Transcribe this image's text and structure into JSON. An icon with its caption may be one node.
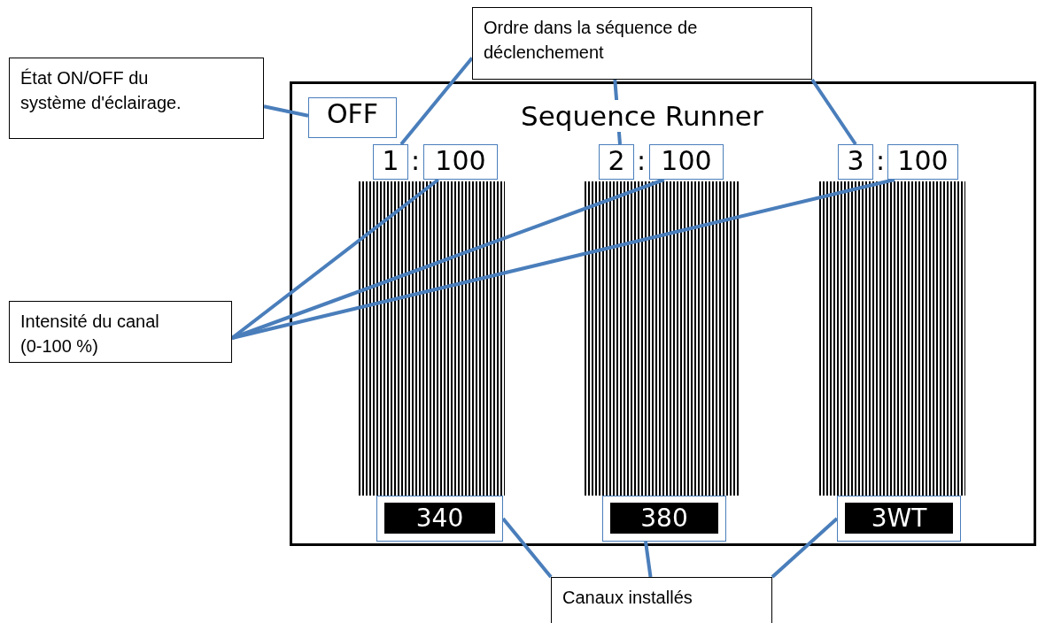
{
  "diagram": {
    "nodes": [
      {
        "text": [
          "Ordre dans la séquence de déclenchement"
        ]
      },
      {
        "text": [
          "État ON/OFF du système d'éclairage."
        ]
      },
      {
        "text": [
          "Sequence Runner"
        ]
      },
      {
        "text": [
          "OFF"
        ],
        "in": 2
      },
      {
        "text": [
          "1"
        ],
        "in": 2
      },
      {
        "text": [
          "100"
        ],
        "in": 2
      },
      {
        "text": [
          "2"
        ],
        "in": 2
      },
      {
        "text": [
          "100"
        ],
        "in": 2
      },
      {
        "text": [
          "3"
        ],
        "in": 2
      },
      {
        "text": [
          "100"
        ],
        "in": 2
      },
      {
        "text": [],
        "shape": "bar",
        "in": 2
      },
      {
        "text": [],
        "shape": "bar",
        "in": 2
      },
      {
        "text": [],
        "shape": "bar",
        "in": 2
      },
      {
        "text": [
          "340"
        ],
        "in": 2
      },
      {
        "text": [
          "380"
        ],
        "in": 2
      },
      {
        "text": [
          "3WT"
        ],
        "in": 2
      },
      {
        "text": [
          "Intensité du canal (0-100 %)"
        ]
      },
      {
        "text": [
          "Canaux installés"
        ]
      }
    ],
    "edges": [
      {
        "from": 1,
        "to": 3,
        "arrow": "none"
      },
      {
        "from": 0,
        "to": 4,
        "arrow": "none"
      },
      {
        "from": 0,
        "to": 6,
        "arrow": "none"
      },
      {
        "from": 0,
        "to": 8,
        "arrow": "none"
      },
      {
        "from": 16,
        "to": 5,
        "arrow": "none"
      },
      {
        "from": 16,
        "to": 7,
        "arrow": "none"
      },
      {
        "from": 16,
        "to": 9,
        "arrow": "none"
      },
      {
        "from": 17,
        "to": 13,
        "arrow": "none"
      },
      {
        "from": 17,
        "to": 14,
        "arrow": "none"
      },
      {
        "from": 17,
        "to": 15,
        "arrow": "none"
      }
    ],
    "labels": [
      ":",
      ":",
      ":"
    ]
  }
}
